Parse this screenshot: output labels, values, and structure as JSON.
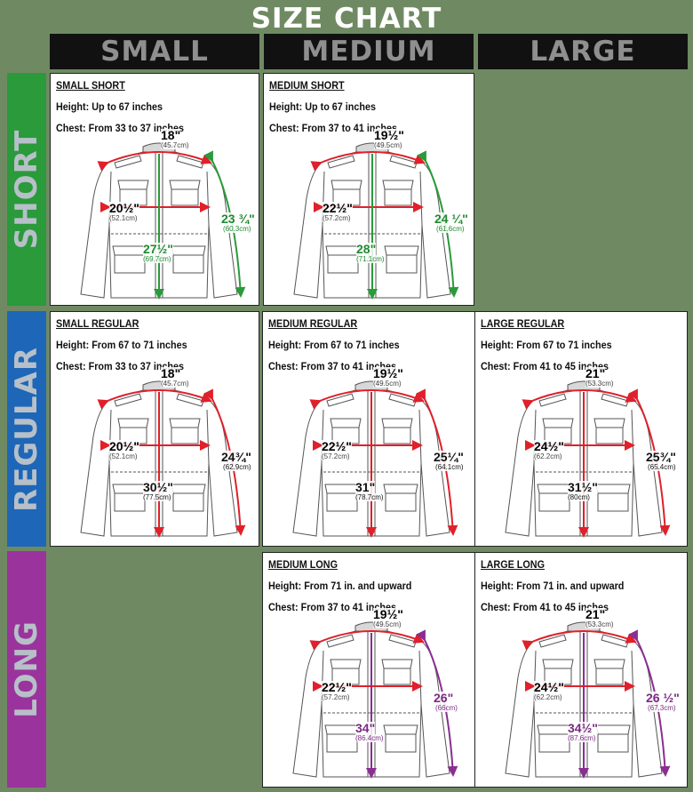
{
  "title": "SIZE CHART",
  "columns": [
    "SMALL",
    "MEDIUM",
    "LARGE"
  ],
  "rows": [
    {
      "label": "SHORT",
      "color": "#2a9a3a"
    },
    {
      "label": "REGULAR",
      "color": "#1e66b8"
    },
    {
      "label": "LONG",
      "color": "#9b339d"
    }
  ],
  "colors": {
    "background": "#6f8a62",
    "header_bg": "#111111",
    "chest_arrow": "#e0202a",
    "short_sleeve": "#2a9a3a",
    "long_sleeve": "#8a2e92"
  },
  "panels": [
    {
      "id": "small-short",
      "col": 0,
      "row": 0,
      "name": "SMALL SHORT",
      "height": "Height: Up to 67 inches",
      "chest": "Chest: From 33 to 37 inches",
      "shoulder": "18\"",
      "shoulder_cm": "(45.7cm)",
      "chest_w": "20½\"",
      "chest_w_cm": "(52.1cm)",
      "length": "27½\"",
      "length_cm": "(69.7cm)",
      "sleeve": "23 ¾\"",
      "sleeve_cm": "(60.3cm)",
      "accent": "green"
    },
    {
      "id": "medium-short",
      "col": 1,
      "row": 0,
      "name": "MEDIUM SHORT",
      "height": "Height: Up to 67 inches",
      "chest": "Chest: From 37 to 41 inches",
      "shoulder": "19½\"",
      "shoulder_cm": "(49.5cm)",
      "chest_w": "22½\"",
      "chest_w_cm": "(57.2cm)",
      "length": "28\"",
      "length_cm": "(71.1cm)",
      "sleeve": "24 ¼\"",
      "sleeve_cm": "(61.6cm)",
      "accent": "green"
    },
    {
      "id": "small-regular",
      "col": 0,
      "row": 1,
      "name": "SMALL REGULAR",
      "height": "Height: From 67 to 71 inches",
      "chest": "Chest: From 33 to 37 inches",
      "shoulder": "18\"",
      "shoulder_cm": "(45.7cm)",
      "chest_w": "20½\"",
      "chest_w_cm": "(52.1cm)",
      "length": "30½\"",
      "length_cm": "(77.5cm)",
      "sleeve": "24¾\"",
      "sleeve_cm": "(62.9cm)",
      "accent": "red"
    },
    {
      "id": "medium-regular",
      "col": 1,
      "row": 1,
      "name": "MEDIUM REGULAR",
      "height": "Height: From 67 to 71 inches",
      "chest": "Chest: From 37 to 41 inches",
      "shoulder": "19½\"",
      "shoulder_cm": "(49.5cm)",
      "chest_w": "22½\"",
      "chest_w_cm": "(57.2cm)",
      "length": "31\"",
      "length_cm": "(78.7cm)",
      "sleeve": "25¼\"",
      "sleeve_cm": "(64.1cm)",
      "accent": "red"
    },
    {
      "id": "large-regular",
      "col": 2,
      "row": 1,
      "name": "LARGE REGULAR",
      "height": "Height: From 67 to 71 inches",
      "chest": "Chest: From 41 to 45 inches",
      "shoulder": "21\"",
      "shoulder_cm": "(53.3cm)",
      "chest_w": "24½\"",
      "chest_w_cm": "(62.2cm)",
      "length": "31½\"",
      "length_cm": "(80cm)",
      "sleeve": "25¾\"",
      "sleeve_cm": "(65.4cm)",
      "accent": "red"
    },
    {
      "id": "medium-long",
      "col": 1,
      "row": 2,
      "name": "MEDIUM LONG",
      "height": "Height: From 71 in. and upward",
      "chest": "Chest: From 37 to 41 inches",
      "shoulder": "19½\"",
      "shoulder_cm": "(49.5cm)",
      "chest_w": "22½\"",
      "chest_w_cm": "(57.2cm)",
      "length": "34\"",
      "length_cm": "(86.4cm)",
      "sleeve": "26\"",
      "sleeve_cm": "(66cm)",
      "accent": "purple"
    },
    {
      "id": "large-long",
      "col": 2,
      "row": 2,
      "name": "LARGE LONG",
      "height": "Height: From 71 in. and upward",
      "chest": "Chest: From 41 to 45 inches",
      "shoulder": "21\"",
      "shoulder_cm": "(53.3cm)",
      "chest_w": "24½\"",
      "chest_w_cm": "(62.2cm)",
      "length": "34½\"",
      "length_cm": "(87.6cm)",
      "sleeve": "26 ½\"",
      "sleeve_cm": "(67.3cm)",
      "accent": "purple"
    }
  ]
}
